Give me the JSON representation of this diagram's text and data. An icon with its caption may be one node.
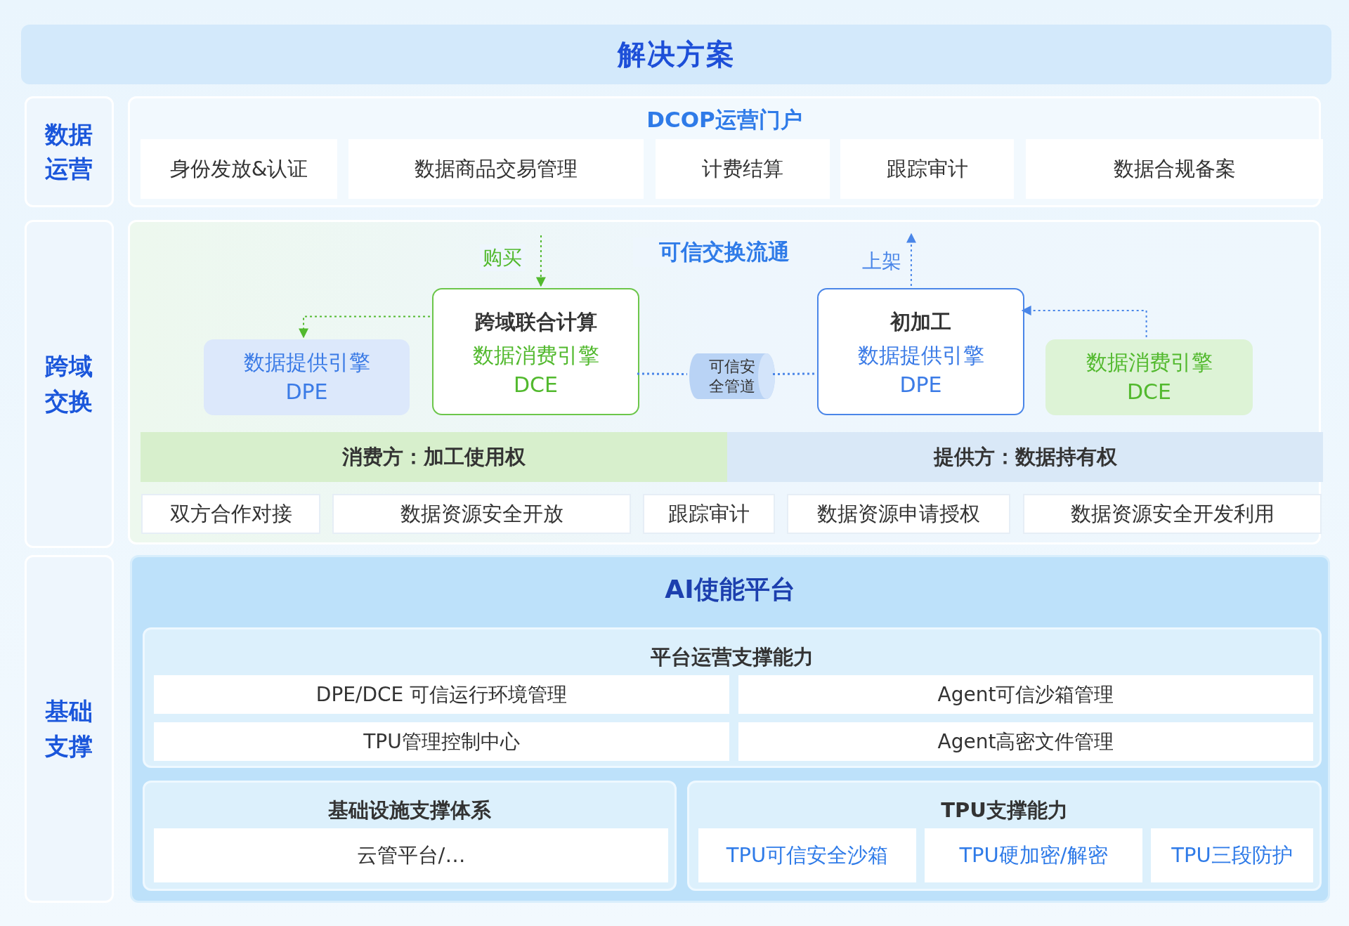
{
  "diagram": {
    "nodes": [
      {
        "text": [
          "解决方案"
        ]
      },
      {
        "text": [
          "数据运营"
        ]
      },
      {
        "text": [
          "DCOP运营门户"
        ]
      },
      {
        "text": [
          "身份发放&认证"
        ],
        "in": 2
      },
      {
        "text": [
          "数据商品交易管理"
        ],
        "in": 2
      },
      {
        "text": [
          "计费结算"
        ],
        "in": 2
      },
      {
        "text": [
          "跟踪审计"
        ],
        "in": 2
      },
      {
        "text": [
          "数据合规备案"
        ],
        "in": 2
      },
      {
        "text": [
          "跨域交换"
        ]
      },
      {
        "text": [
          "可信交换流通"
        ]
      },
      {
        "text": [
          "数据提供引擎",
          "DPE"
        ],
        "in": 9
      },
      {
        "text": [
          "跨域联合计算",
          "数据消费引擎",
          "DCE"
        ],
        "in": 9
      },
      {
        "text": [
          "可信安全管道"
        ],
        "in": 9
      },
      {
        "text": [
          "初加工",
          "数据提供引擎",
          "DPE"
        ],
        "in": 9
      },
      {
        "text": [
          "数据消费引擎",
          "DCE"
        ],
        "in": 9
      },
      {
        "text": [
          "消费方：加工使用权"
        ],
        "in": 9
      },
      {
        "text": [
          "提供方：数据持有权"
        ],
        "in": 9
      },
      {
        "text": [
          "双方合作对接"
        ],
        "in": 9
      },
      {
        "text": [
          "数据资源安全开放"
        ],
        "in": 9
      },
      {
        "text": [
          "跟踪审计"
        ],
        "in": 9
      },
      {
        "text": [
          "数据资源申请授权"
        ],
        "in": 9
      },
      {
        "text": [
          "数据资源安全开发利用"
        ],
        "in": 9
      },
      {
        "text": [
          "基础支撑"
        ]
      },
      {
        "text": [
          "AI使能平台"
        ]
      },
      {
        "text": [
          "平台运营支撑能力"
        ],
        "in": 23
      },
      {
        "text": [
          "DPE/DCE 可信运行环境管理"
        ],
        "in": 24
      },
      {
        "text": [
          "Agent可信沙箱管理"
        ],
        "in": 24
      },
      {
        "text": [
          "TPU管理控制中心"
        ],
        "in": 24
      },
      {
        "text": [
          "Agent高密文件管理"
        ],
        "in": 24
      },
      {
        "text": [
          "基础设施支撑体系"
        ],
        "in": 23
      },
      {
        "text": [
          "云管平台/…"
        ],
        "in": 29
      },
      {
        "text": [
          "TPU支撑能力"
        ],
        "in": 23
      },
      {
        "text": [
          "TPU可信安全沙箱"
        ],
        "in": 31
      },
      {
        "text": [
          "TPU硬加密/解密"
        ],
        "in": 31
      },
      {
        "text": [
          "TPU三段防护"
        ],
        "in": 31
      }
    ],
    "edges": [
      {
        "from": null,
        "to": 11,
        "arrow": "to",
        "label": "购买",
        "style": "dashed",
        "color": "#52b92e"
      },
      {
        "from": 11,
        "to": 10,
        "arrow": "to",
        "style": "dashed",
        "color": "#52b92e"
      },
      {
        "from": 11,
        "to": 12,
        "arrow": "none",
        "style": "dashed"
      },
      {
        "from": 12,
        "to": 13,
        "arrow": "none",
        "style": "dashed"
      },
      {
        "from": 13,
        "to": null,
        "arrow": "to",
        "label": "上架",
        "style": "dashed"
      },
      {
        "from": 14,
        "to": 13,
        "arrow": "to",
        "style": "dashed"
      }
    ]
  }
}
